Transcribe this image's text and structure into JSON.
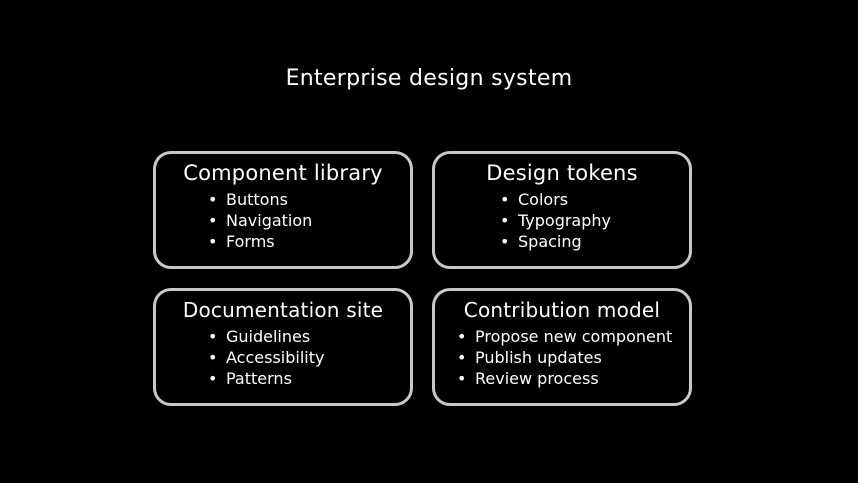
{
  "title": "Enterprise design system",
  "boxes": [
    {
      "heading": "Component library",
      "items": [
        "Buttons",
        "Navigation",
        "Forms"
      ]
    },
    {
      "heading": "Design tokens",
      "items": [
        "Colors",
        "Typography",
        "Spacing"
      ]
    },
    {
      "heading": "Documentation site",
      "items": [
        "Guidelines",
        "Accessibility",
        "Patterns"
      ]
    },
    {
      "heading": "Contribution model",
      "items": [
        "Propose new component",
        "Publish updates",
        "Review process"
      ]
    }
  ],
  "colors": {
    "background": "#000000",
    "border": "#c8c8c8",
    "text": "#ffffff"
  }
}
